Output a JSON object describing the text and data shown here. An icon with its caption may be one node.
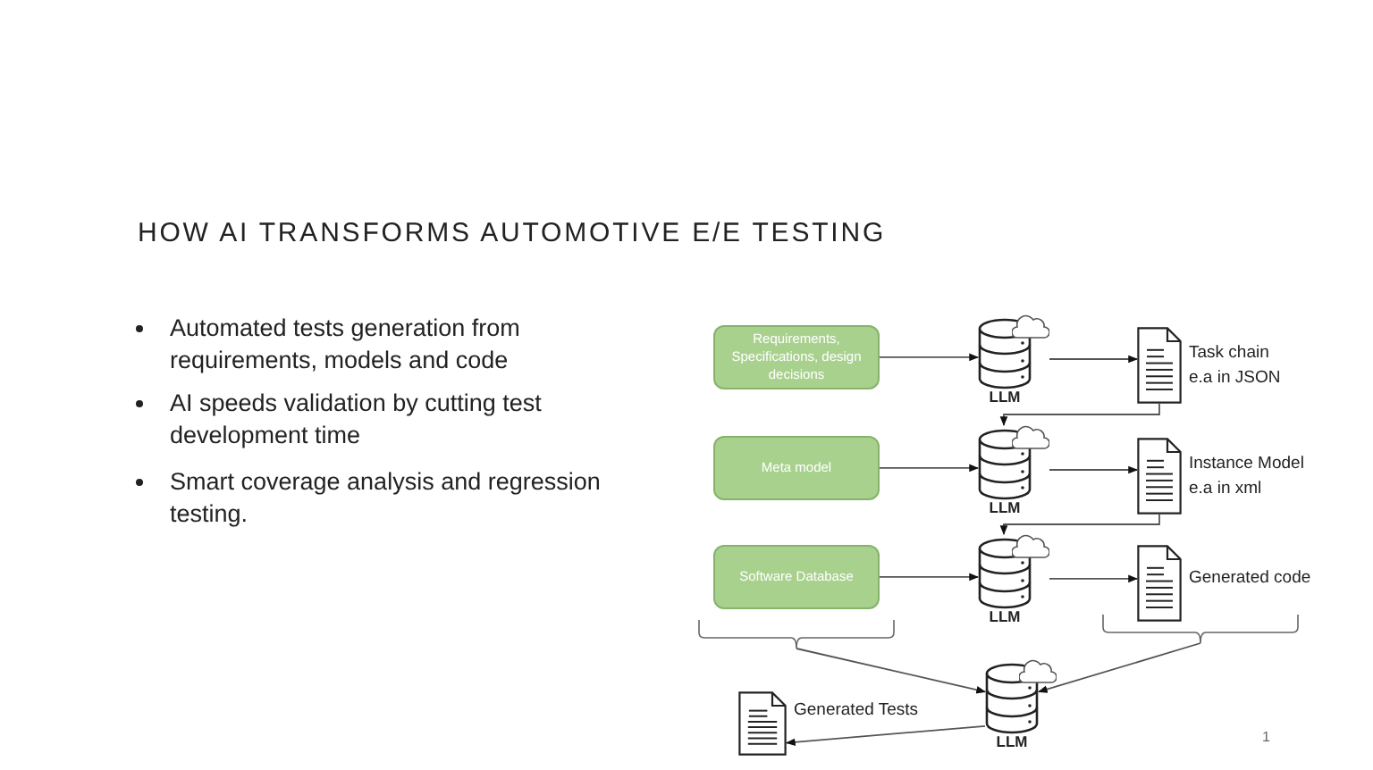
{
  "diagram": {
    "title": "HOW AI TRANSFORMS AUTOMOTIVE E/E TESTING",
    "nodes": [
      {
        "text": [
          "Requirements, Specifications, design decisions"
        ]
      },
      {
        "text": [
          "LLM"
        ]
      },
      {
        "text": [],
        "shape": "document",
        "beside": [
          "Task chain e.a in JSON"
        ]
      },
      {
        "text": [
          "Meta model"
        ]
      },
      {
        "text": [
          "LLM"
        ]
      },
      {
        "text": [],
        "shape": "document",
        "beside": [
          "Instance Model e.a in xml"
        ]
      },
      {
        "text": [
          "Software Database"
        ]
      },
      {
        "text": [
          "LLM"
        ]
      },
      {
        "text": [],
        "shape": "document",
        "beside": [
          "Generated code"
        ]
      },
      {
        "text": [],
        "shape": "bracket"
      },
      {
        "text": [],
        "shape": "bracket"
      },
      {
        "text": [
          "LLM"
        ]
      },
      {
        "text": [],
        "shape": "document",
        "beside": [
          "Generated Tests"
        ]
      }
    ],
    "edges": [
      {
        "from": 0,
        "to": 1,
        "arrow": "to"
      },
      {
        "from": 1,
        "to": 2,
        "arrow": "to"
      },
      {
        "from": 2,
        "to": 4,
        "arrow": "to"
      },
      {
        "from": 3,
        "to": 4,
        "arrow": "to"
      },
      {
        "from": 4,
        "to": 5,
        "arrow": "to"
      },
      {
        "from": 5,
        "to": 7,
        "arrow": "to"
      },
      {
        "from": 6,
        "to": 7,
        "arrow": "to"
      },
      {
        "from": 7,
        "to": 8,
        "arrow": "to"
      },
      {
        "from": 9,
        "to": 11,
        "arrow": "to"
      },
      {
        "from": 10,
        "to": 11,
        "arrow": "to"
      },
      {
        "from": 11,
        "to": 12,
        "arrow": "to"
      }
    ],
    "labels": [
      "Automated tests generation from requirements, models and code",
      "AI speeds validation by cutting test development time",
      "Smart coverage analysis and regression testing.",
      "1"
    ]
  }
}
